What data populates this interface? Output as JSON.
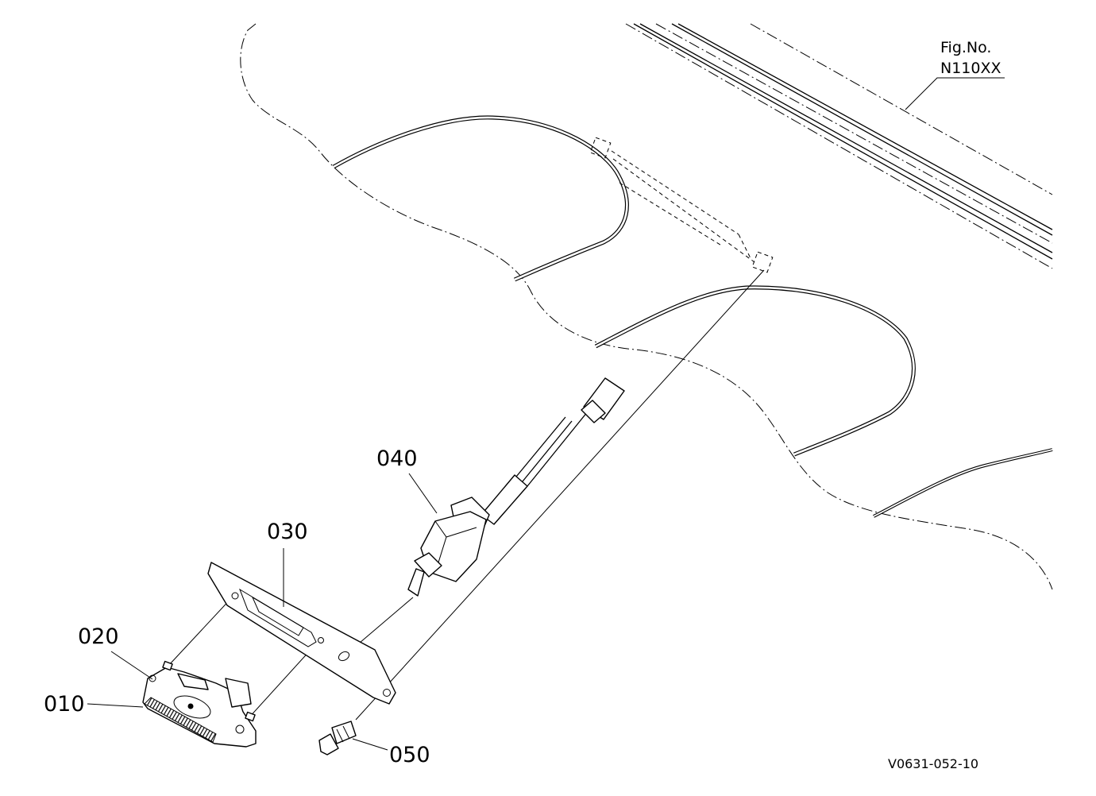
{
  "figure": {
    "fig_no_label": "Fig.No.",
    "fig_no_value": "N110XX",
    "drawing_code": "V0631-052-10"
  },
  "parts": {
    "p010": "010",
    "p020": "020",
    "p030": "030",
    "p040": "040",
    "p050": "050"
  }
}
